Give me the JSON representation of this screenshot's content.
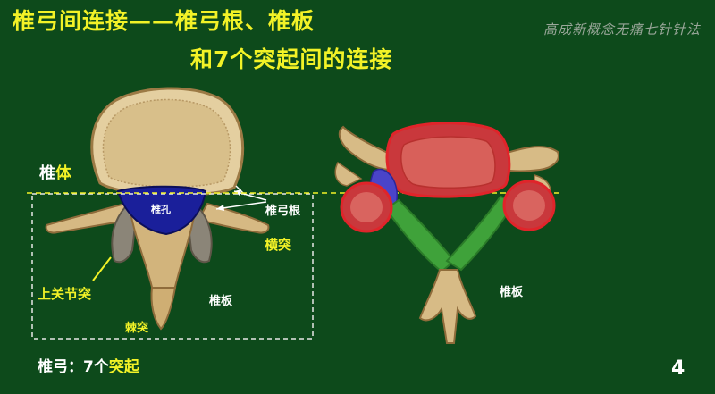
{
  "title": {
    "line1": "椎弓间连接——椎弓根、椎板",
    "line2": "和7个突起间的连接"
  },
  "watermark": "高成新概念无痛七针针法",
  "labels": {
    "vertebral_body_part1": "椎",
    "vertebral_body_part2": "体",
    "vertebral_foramen": "椎孔",
    "pedicle": "椎弓根",
    "transverse_process": "横突",
    "superior_articular_process": "上关节突",
    "lamina_left": "椎板",
    "spinous_process": "棘突",
    "lamina_right": "椎板"
  },
  "footnote": {
    "term": "椎弓",
    "separator": "：",
    "count": "7个",
    "rest": "突起"
  },
  "page_number": "4",
  "colors": {
    "background": "#0d4a1b",
    "accent_yellow": "#f2f227",
    "bone": "#d9c08c",
    "foramen_blue": "#1a1f9a",
    "body_red": "#c9383c",
    "lamina_green": "#3fa23a",
    "pedicle_blue": "#4a44c9"
  }
}
